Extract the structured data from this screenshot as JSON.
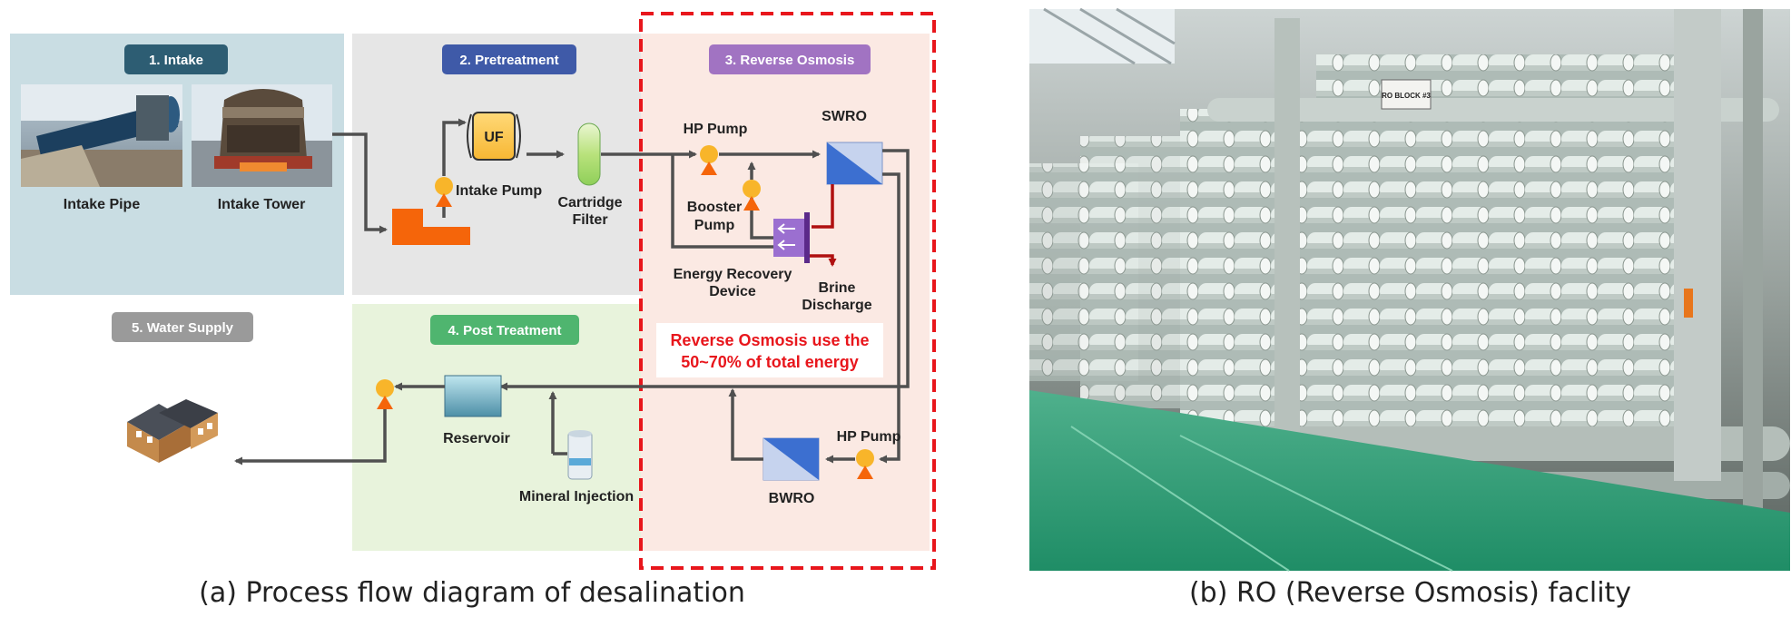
{
  "colors": {
    "intake_bg": "#c9dde3",
    "pretreat_bg": "#e6e6e6",
    "ro_bg": "#fbe9e3",
    "post_bg": "#e8f3dc",
    "ro_border": "#e8161c",
    "pump_orange": "#f5831f",
    "membrane_blue": "#3c6fd0",
    "erd_purple": "#7c3fb0",
    "floor_green": "#2f9e78"
  },
  "icons": [
    "pump-icon",
    "membrane-icon",
    "cartridge-filter-icon",
    "uf-module-icon",
    "reservoir-icon",
    "house-icon",
    "energy-recovery-icon",
    "mineral-tank-icon",
    "intake-basin-icon"
  ],
  "stages": {
    "intake": "1. Intake",
    "pretreatment": "2. Pretreatment",
    "reverse_osmosis": "3. Reverse Osmosis",
    "post_treatment": "4. Post Treatment",
    "water_supply": "5. Water Supply"
  },
  "labels": {
    "intake_pipe": "Intake Pipe",
    "intake_tower": "Intake Tower",
    "intake_pump": "Intake Pump",
    "uf": "UF",
    "cartridge_filter": [
      "Cartridge",
      "Filter"
    ],
    "hp_pump_top": "HP Pump",
    "swro": "SWRO",
    "booster_pump": [
      "Booster",
      "Pump"
    ],
    "energy_recovery_device": [
      "Energy Recovery",
      "Device"
    ],
    "brine_discharge": [
      "Brine",
      "Discharge"
    ],
    "hp_pump_bottom": "HP Pump",
    "bwro": "BWRO",
    "reservoir": "Reservoir",
    "mineral_injection": "Mineral Injection"
  },
  "energy_note": [
    "Reverse Osmosis use the",
    "50~70% of total energy"
  ],
  "photo_sign": "RO BLOCK #3",
  "captions": {
    "a": "(a) Process flow diagram of desalination",
    "b": "(b) RO (Reverse Osmosis) faclity"
  }
}
